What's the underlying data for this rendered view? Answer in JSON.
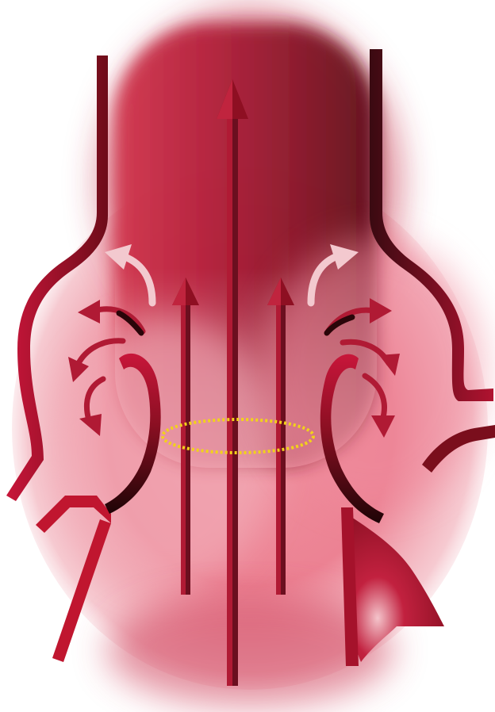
{
  "diagram": {
    "labels": [],
    "colors": {
      "background": "#ffffff",
      "flow_glow_light": "#f28a9a",
      "flow_glow_mid": "#e15a70",
      "flow_core": "#b21f3b",
      "flow_shadow": "#6b0f1f",
      "vessel_wall": "#a8122c",
      "vessel_wall_dark": "#2a0509",
      "arrow_main": "#8e0f22",
      "arrow_light": "#f3c9cf",
      "measurement_ring": "#f2d21a"
    },
    "icons": {
      "main_flow": "up-arrow",
      "side_jets": "up-arrow",
      "recirculation": "curved-arrow",
      "plane": "dashed-ellipse"
    }
  }
}
